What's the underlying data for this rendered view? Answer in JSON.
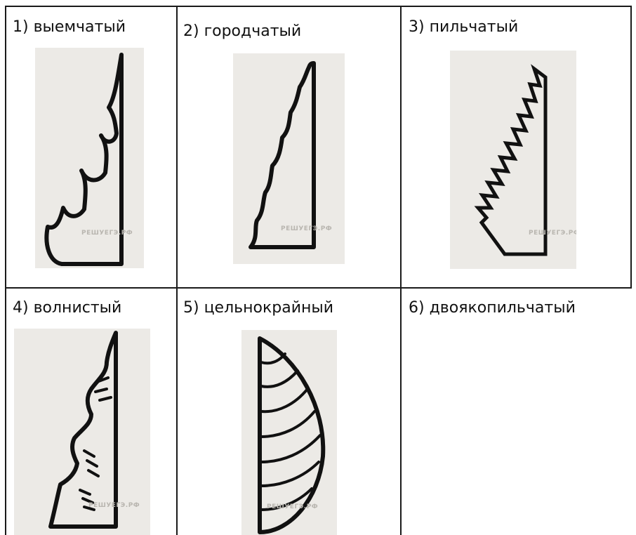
{
  "cells": [
    {
      "label": "1) выемчатый"
    },
    {
      "label": "2) городчатый"
    },
    {
      "label": "3) пильчатый"
    },
    {
      "label": "4) волнистый"
    },
    {
      "label": "5) цельнокрайный"
    },
    {
      "label": "6) двоякопильчатый"
    }
  ],
  "watermark": "РЕШУЕГЭ.РФ"
}
